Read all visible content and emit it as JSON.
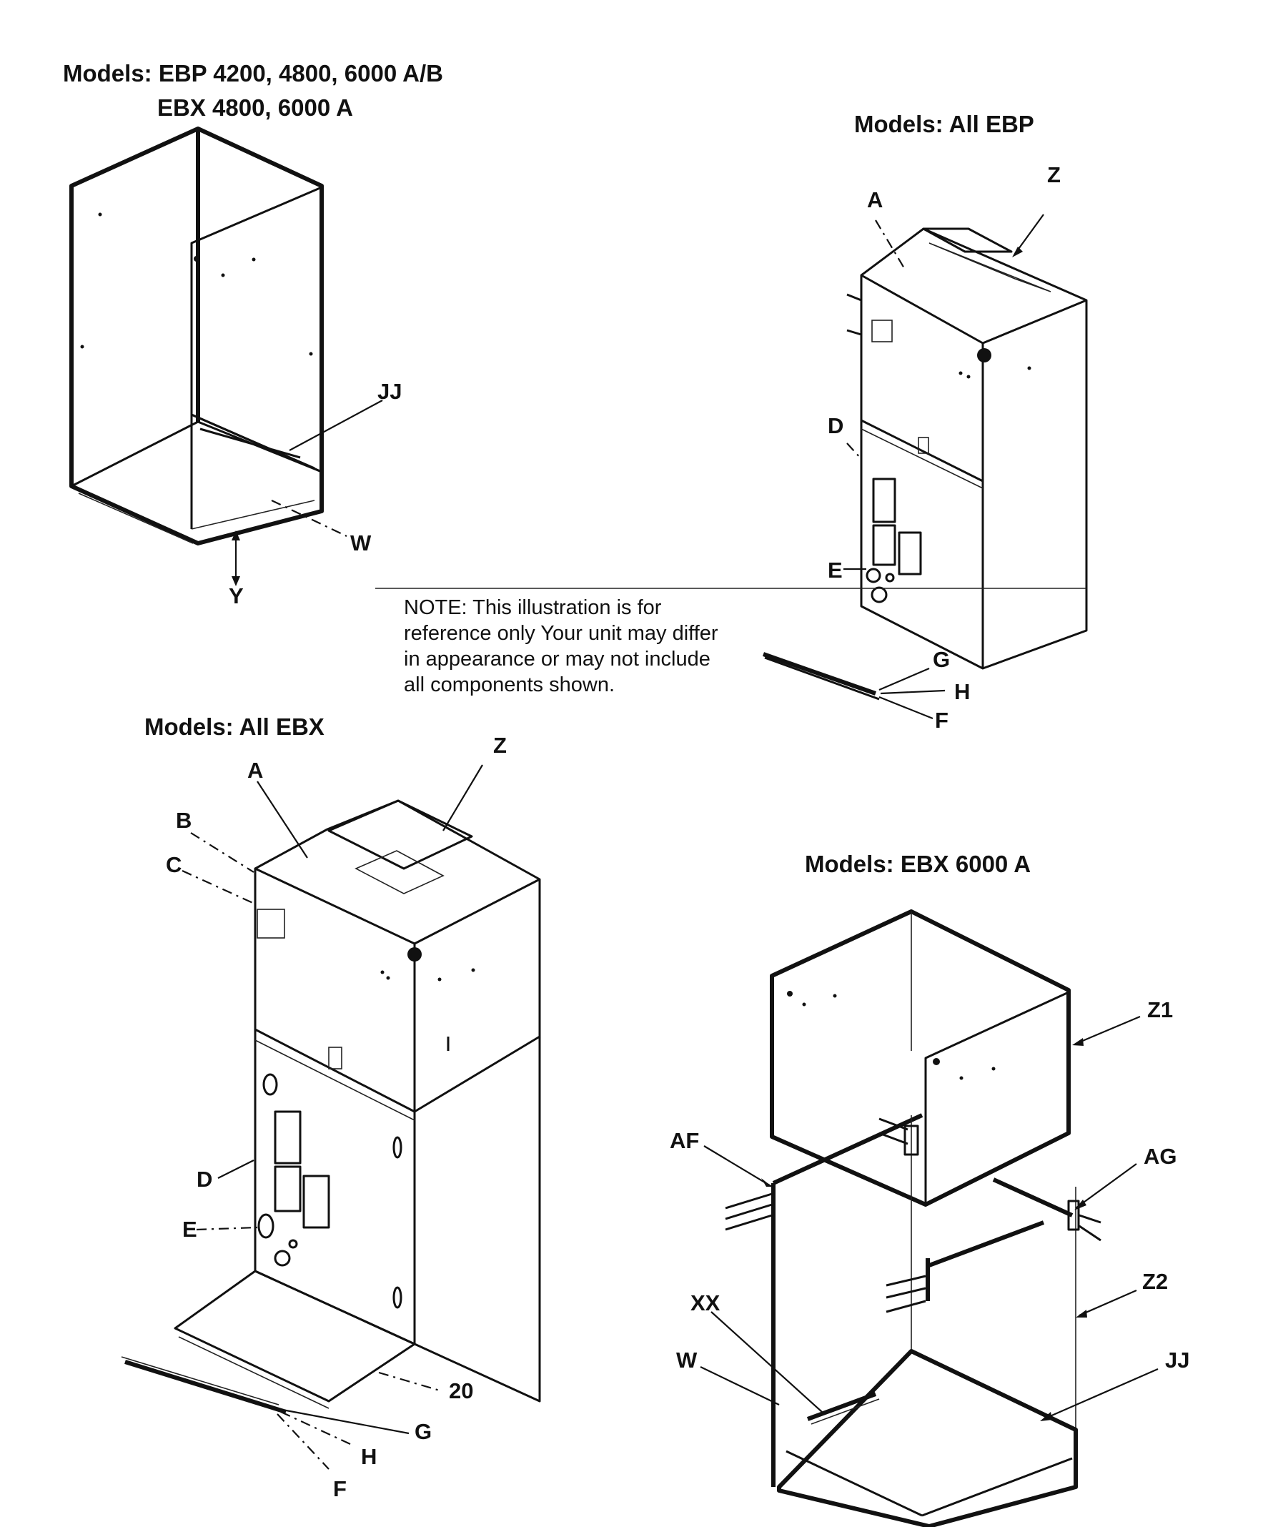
{
  "diagrams": {
    "top_left": {
      "title_line1": "Models: EBP 4200, 4800, 6000 A/B",
      "title_line2": "EBX 4800, 6000 A",
      "labels": {
        "jj": "JJ",
        "w": "W",
        "y": "Y"
      }
    },
    "top_right": {
      "title": "Models: All EBP",
      "labels": {
        "a": "A",
        "z": "Z",
        "d": "D",
        "e": "E",
        "g": "G",
        "h": "H",
        "f": "F"
      }
    },
    "bottom_left": {
      "title": "Models: All EBX",
      "labels": {
        "a": "A",
        "b": "B",
        "c": "C",
        "z": "Z",
        "d": "D",
        "e": "E",
        "n20": "20",
        "g": "G",
        "h": "H",
        "f": "F"
      }
    },
    "bottom_right": {
      "title": "Models: EBX 6000 A",
      "labels": {
        "z1": "Z1",
        "af": "AF",
        "ag": "AG",
        "z2": "Z2",
        "xx": "XX",
        "w": "W",
        "jj": "JJ"
      }
    }
  },
  "note": "NOTE:     This illustration is for reference only     Your unit may differ in appearance or may not include all components shown."
}
